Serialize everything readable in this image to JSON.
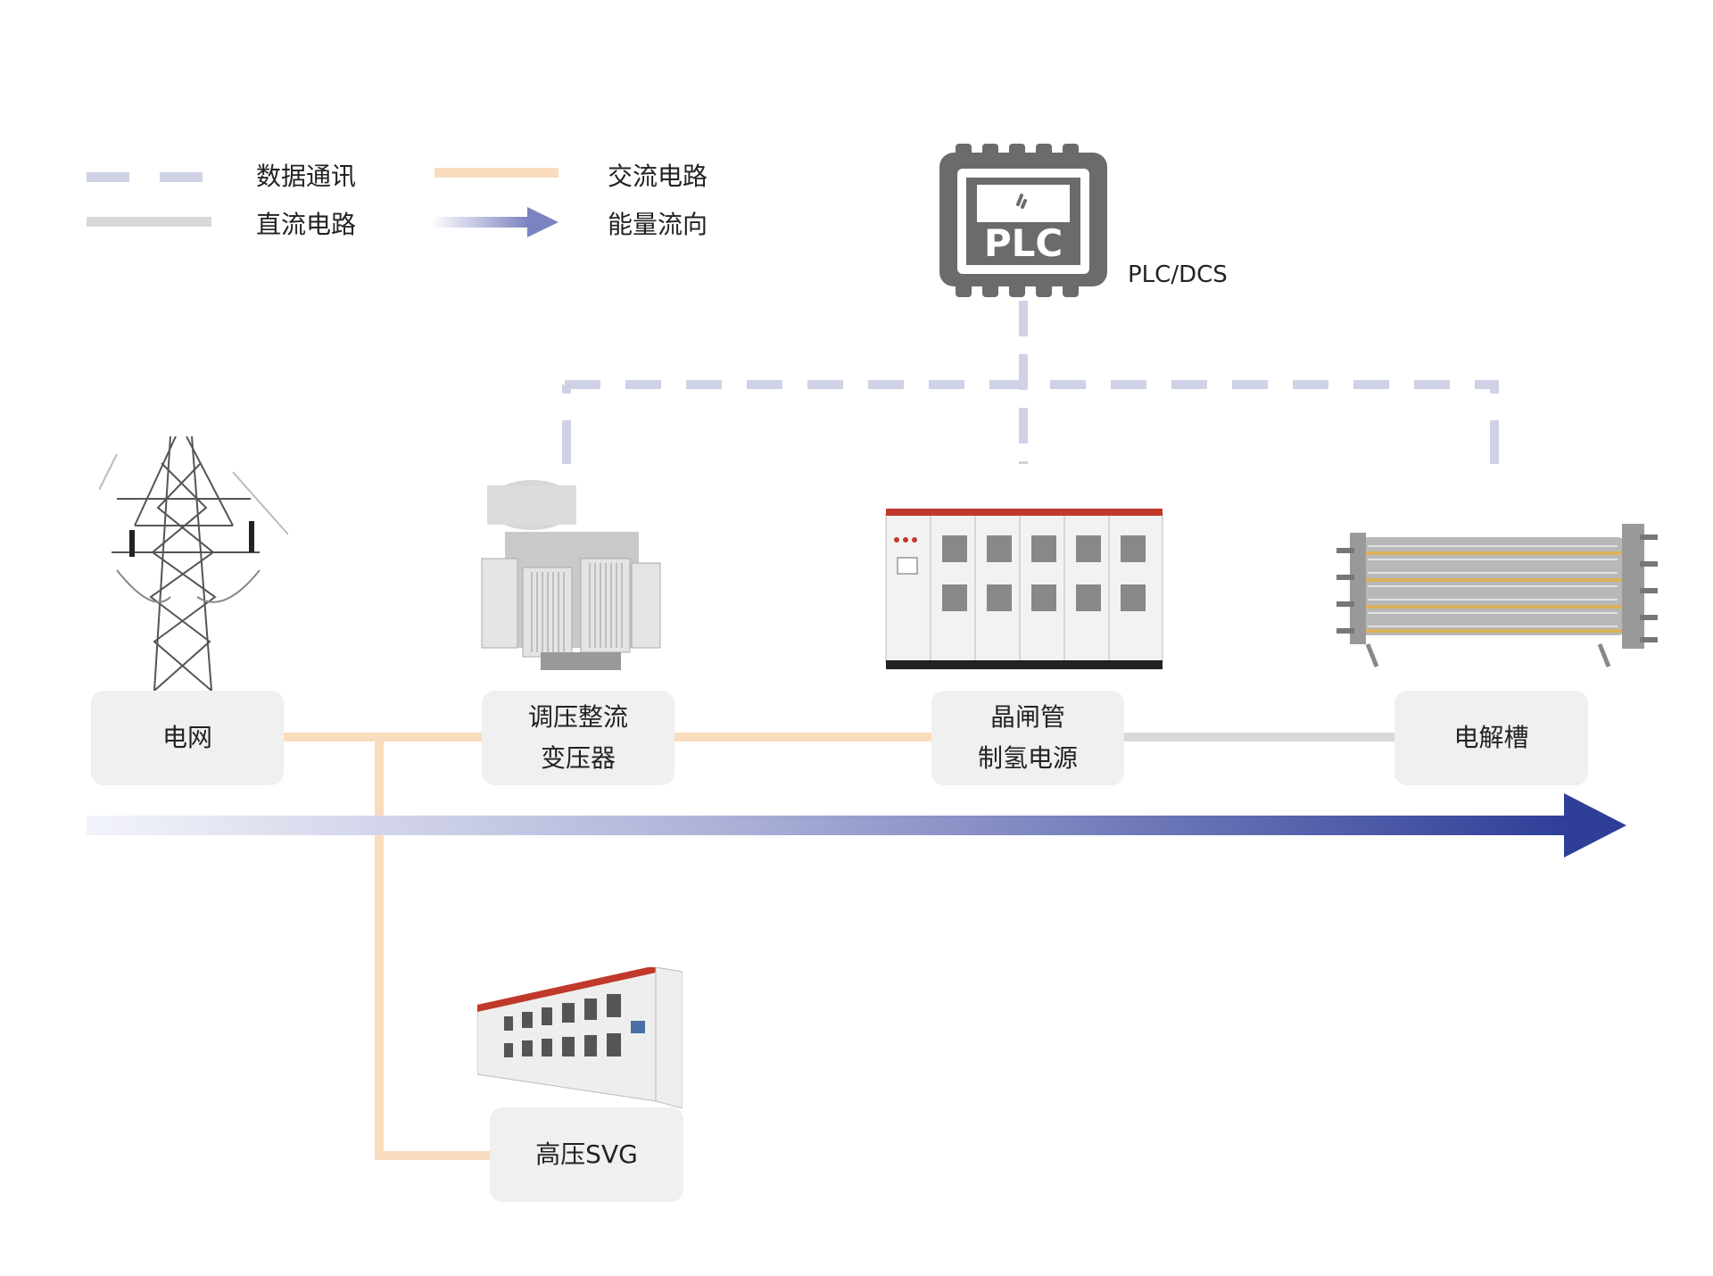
{
  "legend": {
    "data_comm": "数据通讯",
    "dc_circuit": "直流电路",
    "ac_circuit": "交流电路",
    "energy_flow": "能量流向"
  },
  "plc": {
    "chip_text": "PLC",
    "label": "PLC/DCS"
  },
  "nodes": {
    "grid": "电网",
    "transformer": "调压整流\n变压器",
    "thyristor_power": "晶闸管\n制氢电源",
    "electrolyzer": "电解槽",
    "svg": "高压SVG"
  },
  "colors": {
    "ac": "#f9dcbd",
    "dc": "#d9d9d9",
    "data": "#cfd1e6",
    "energy_arrow": "#2f3f98",
    "plc": "#6b6b6b"
  }
}
